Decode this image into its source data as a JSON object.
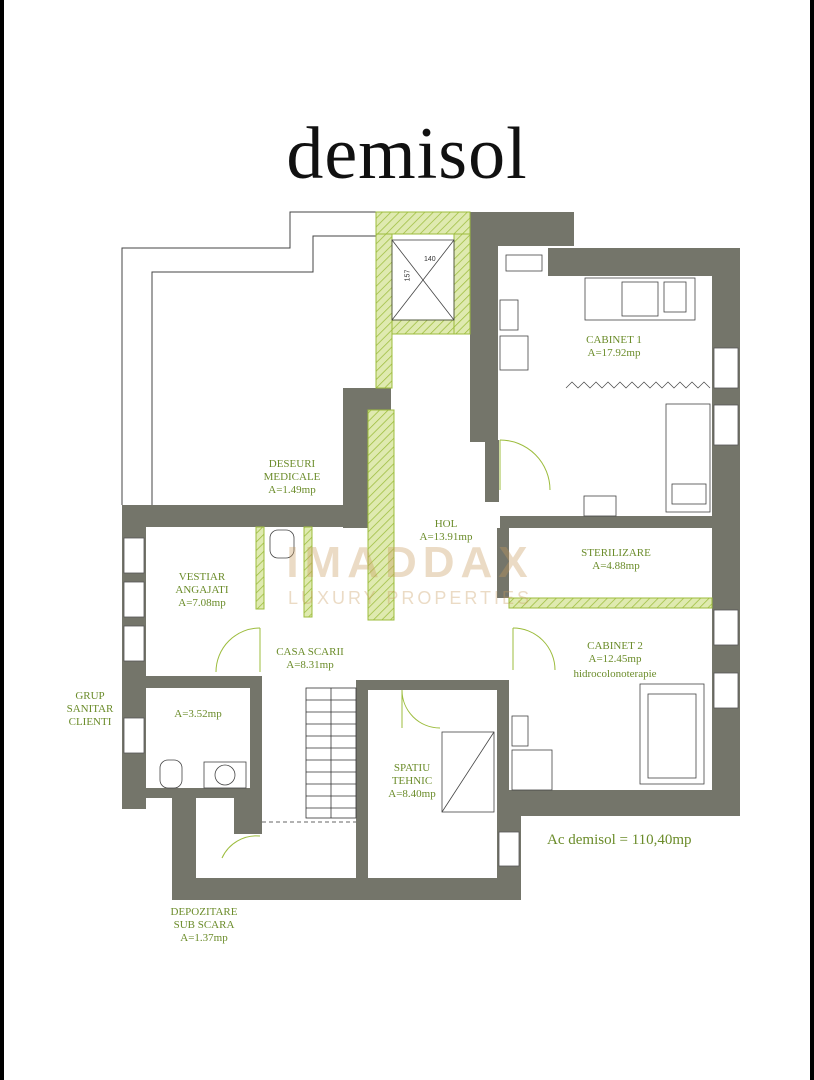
{
  "title": "demisol",
  "total": "Ac demisol = 110,40mp",
  "watermark": {
    "brand": "IMADDAX",
    "sub": "LUXURY PROPERTIES"
  },
  "dimensions": {
    "width": "140",
    "height": "157"
  },
  "rooms": {
    "cabinet1": {
      "name": "CABINET 1",
      "area": "A=17.92mp"
    },
    "deseuri": {
      "line1": "DESEURI",
      "line2": "MEDICALE",
      "area": "A=1.49mp"
    },
    "hol": {
      "name": "HOL",
      "area": "A=13.91mp"
    },
    "sterilizare": {
      "name": "STERILIZARE",
      "area": "A=4.88mp"
    },
    "vestiar": {
      "line1": "VESTIAR",
      "line2": "ANGAJATI",
      "area": "A=7.08mp"
    },
    "casa_scarii": {
      "name": "CASA SCARII",
      "area": "A=8.31mp"
    },
    "cabinet2": {
      "name": "CABINET 2",
      "area": "A=12.45mp",
      "note": "hidrocolonoterapie"
    },
    "grup_sanitar": {
      "line1": "GRUP",
      "line2": "SANITAR",
      "line3": "CLIENTI",
      "area": "A=3.52mp"
    },
    "spatiu_tehnic": {
      "line1": "SPATIU",
      "line2": "TEHNIC",
      "area": "A=8.40mp"
    },
    "depozitare": {
      "line1": "DEPOZITARE",
      "line2": "SUB SCARA",
      "area": "A=1.37mp"
    }
  },
  "colors": {
    "wall": "#74756a",
    "accent": "#b8d35a",
    "label": "#6b8c2a"
  }
}
